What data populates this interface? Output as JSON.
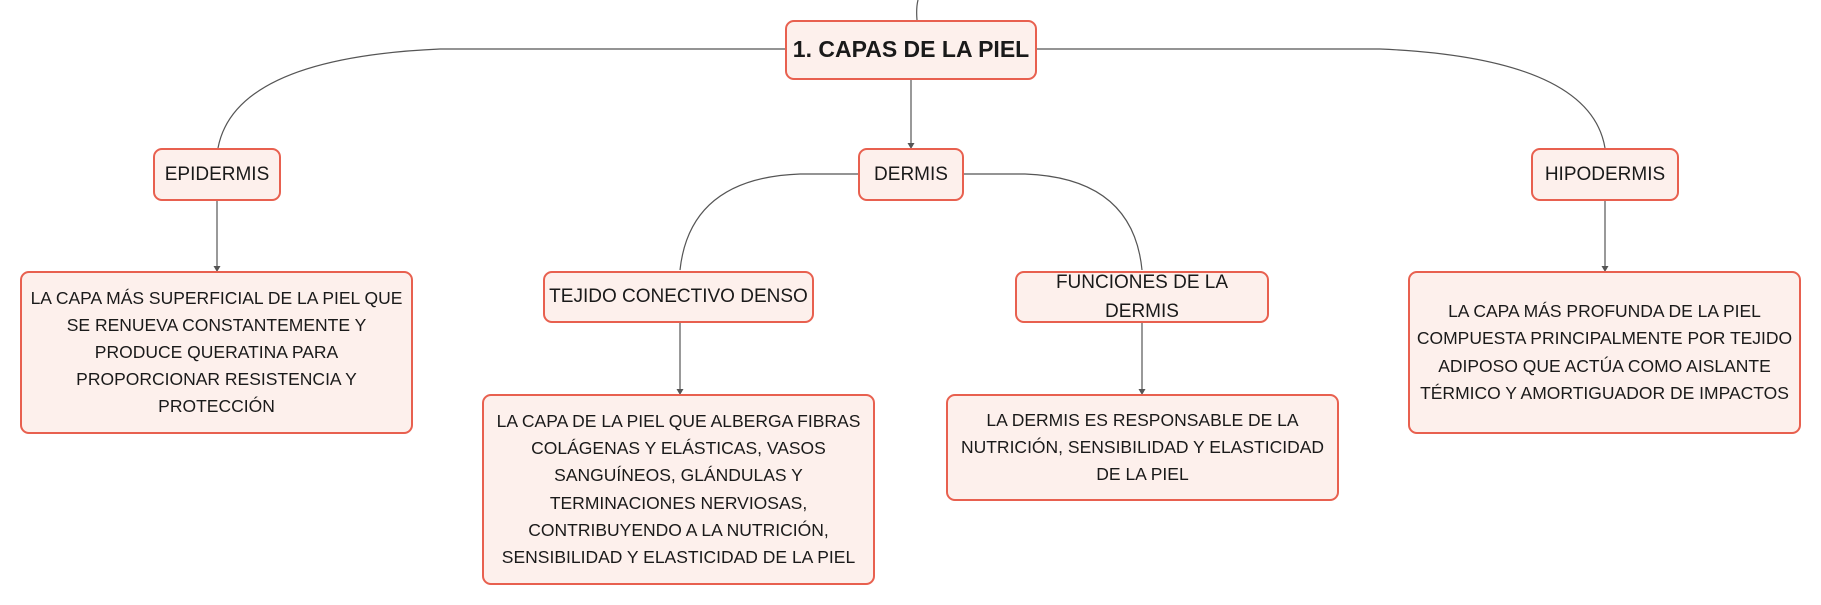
{
  "diagram": {
    "root": {
      "label": "1. CAPAS DE LA PIEL"
    },
    "branches": {
      "epidermis": {
        "label": "EPIDERMIS",
        "description": "LA CAPA MÁS SUPERFICIAL DE LA PIEL QUE SE RENUEVA CONSTANTEMENTE Y PRODUCE QUERATINA PARA PROPORCIONAR RESISTENCIA Y PROTECCIÓN"
      },
      "dermis": {
        "label": "DERMIS",
        "children": {
          "tejido": {
            "label": "TEJIDO CONECTIVO DENSO",
            "description": "LA CAPA DE LA PIEL QUE ALBERGA FIBRAS COLÁGENAS Y ELÁSTICAS, VASOS SANGUÍNEOS, GLÁNDULAS Y TERMINACIONES NERVIOSAS, CONTRIBUYENDO A LA NUTRICIÓN, SENSIBILIDAD Y ELASTICIDAD DE LA PIEL"
          },
          "funciones": {
            "label": "FUNCIONES DE LA DERMIS",
            "description": "LA DERMIS ES RESPONSABLE DE LA NUTRICIÓN, SENSIBILIDAD Y ELASTICIDAD DE LA PIEL"
          }
        }
      },
      "hipodermis": {
        "label": "HIPODERMIS",
        "description": "LA CAPA MÁS PROFUNDA DE LA PIEL COMPUESTA PRINCIPALMENTE POR TEJIDO ADIPOSO QUE ACTÚA COMO AISLANTE TÉRMICO Y AMORTIGUADOR DE IMPACTOS"
      }
    },
    "colors": {
      "node_border": "#e8604f",
      "node_fill": "#fdf0ec",
      "connector": "#555555"
    }
  }
}
